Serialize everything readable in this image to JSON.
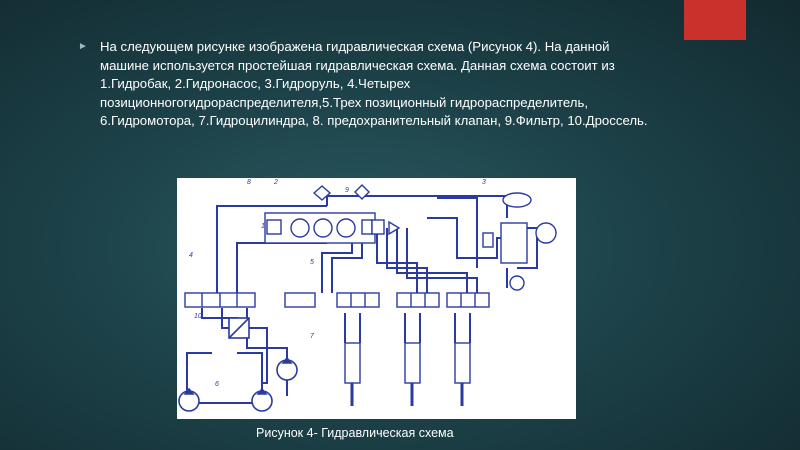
{
  "slide": {
    "accent_color": "#c8312c",
    "bullet_icon": "triangle-bullet-icon",
    "bullet_glyph": "►",
    "text": "На следующем рисунке изображена гидравлическая схема (Рисунок 4). На данной машине используется простейшая гидравлическая схема. Данная схема состоит из 1.Гидробак, 2.Гидронасос, 3.Гидроруль, 4.Четырех позиционногогидрораспределителя,5.Трех позиционный гидрораспределитель, 6.Гидромотора, 7.Гидроцилиндра, 8. предохранительный клапан,  9.Фильтр,  10.Дроссель.",
    "caption": "Рисунок 4- Гидравлическая схема"
  },
  "diagram": {
    "line_color": "#2a3aa0",
    "labels": [
      "1",
      "2",
      "3",
      "4",
      "5",
      "6",
      "7",
      "8",
      "9",
      "10"
    ]
  }
}
